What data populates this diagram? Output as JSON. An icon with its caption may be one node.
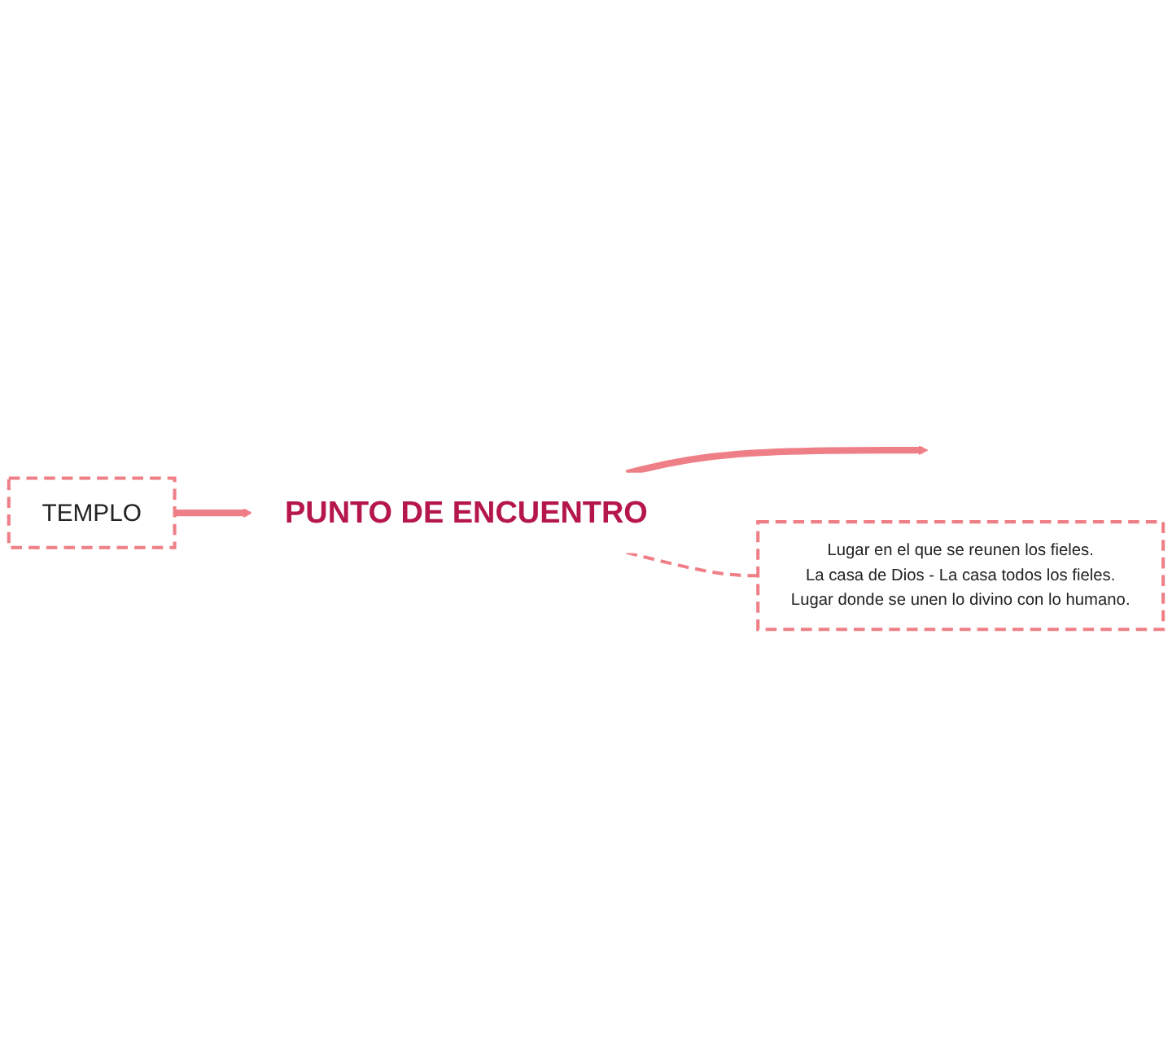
{
  "diagram": {
    "nodes": [
      {
        "text": [
          "TEMPLO"
        ]
      },
      {
        "text": [
          "PUNTO DE ENCUENTRO"
        ]
      },
      {
        "text": [
          "Lugar en el que se reunen los fieles.",
          "La casa de Dios - La casa todos los fieles.",
          "Lugar donde se unen lo divino con lo humano."
        ]
      }
    ],
    "edges": [
      {
        "from": 0,
        "to": 1,
        "arrow": "to"
      },
      {
        "from": 1,
        "to": null,
        "arrow": "to"
      },
      {
        "from": 1,
        "to": 2,
        "arrow": "none",
        "style": "dashed"
      }
    ]
  }
}
